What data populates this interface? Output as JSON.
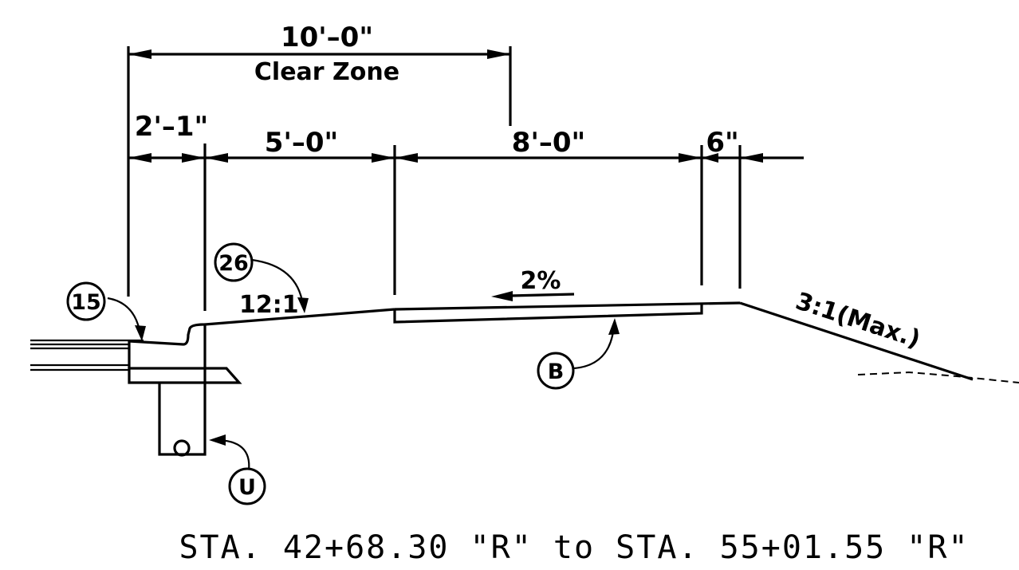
{
  "dimensions": {
    "clear_zone_width": "10'–0\"",
    "clear_zone_label": "Clear Zone",
    "dim_a": "2'–1\"",
    "dim_b": "5'–0\"",
    "dim_c": "8'–0\"",
    "dim_d": "6\""
  },
  "slopes": {
    "left_slope": "12:1",
    "pavement_slope": "2%",
    "right_slope": "3:1(Max.)"
  },
  "callouts": {
    "c15": "15",
    "c26": "26",
    "cB": "B",
    "cU": "U"
  },
  "station_range": "STA. 42+68.30 \"R\" to STA. 55+01.55 \"R\""
}
